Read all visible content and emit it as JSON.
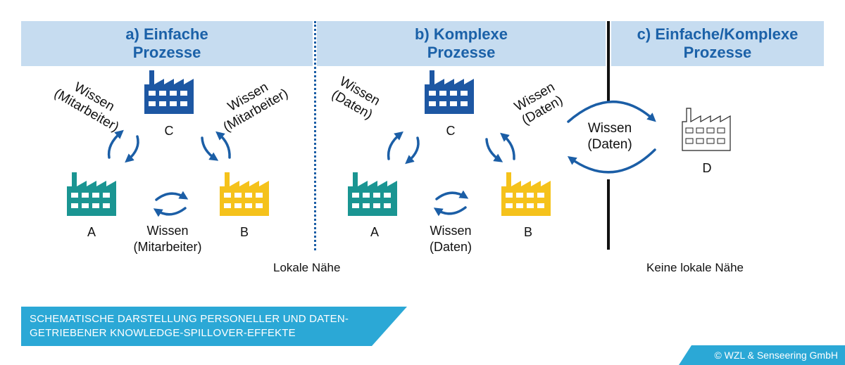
{
  "headers": {
    "a": "a) Einfache\nProzesse",
    "b": "b) Komplexe\nProzesse",
    "c": "c) Einfache/Komplexe\nProzesse"
  },
  "factories": {
    "a_left": "A",
    "a_top": "C",
    "a_right": "B",
    "b_left": "A",
    "b_top": "C",
    "b_right": "B",
    "c": "D"
  },
  "flows": {
    "a_left_l1": "Wissen",
    "a_left_l2": "(Mitarbeiter)",
    "a_right_l1": "Wissen",
    "a_right_l2": "(Mitarbeiter)",
    "a_bottom_l1": "Wissen",
    "a_bottom_l2": "(Mitarbeiter)",
    "b_left_l1": "Wissen",
    "b_left_l2": "(Daten)",
    "b_right_l1": "Wissen",
    "b_right_l2": "(Daten)",
    "b_bottom_l1": "Wissen",
    "b_bottom_l2": "(Daten)",
    "c_l1": "Wissen",
    "c_l2": "(Daten)"
  },
  "footers": {
    "a": "Lokale Nähe",
    "c": "Keine lokale Nähe"
  },
  "banner": "SCHEMATISCHE DARSTELLUNG PERSONELLER UND DATEN-\nGETRIEBENER KNOWLEDGE-SPILLOVER-EFFEKTE",
  "copyright": "© WZL & Senseering GmbH",
  "colors": {
    "header_bg": "#c6dcf0",
    "header_text": "#1b61a8",
    "arrow": "#1b5ea6",
    "factory_c": "#1d57a3",
    "factory_a": "#1a9592",
    "factory_b": "#f5c21b",
    "banner": "#2ba8d6"
  }
}
